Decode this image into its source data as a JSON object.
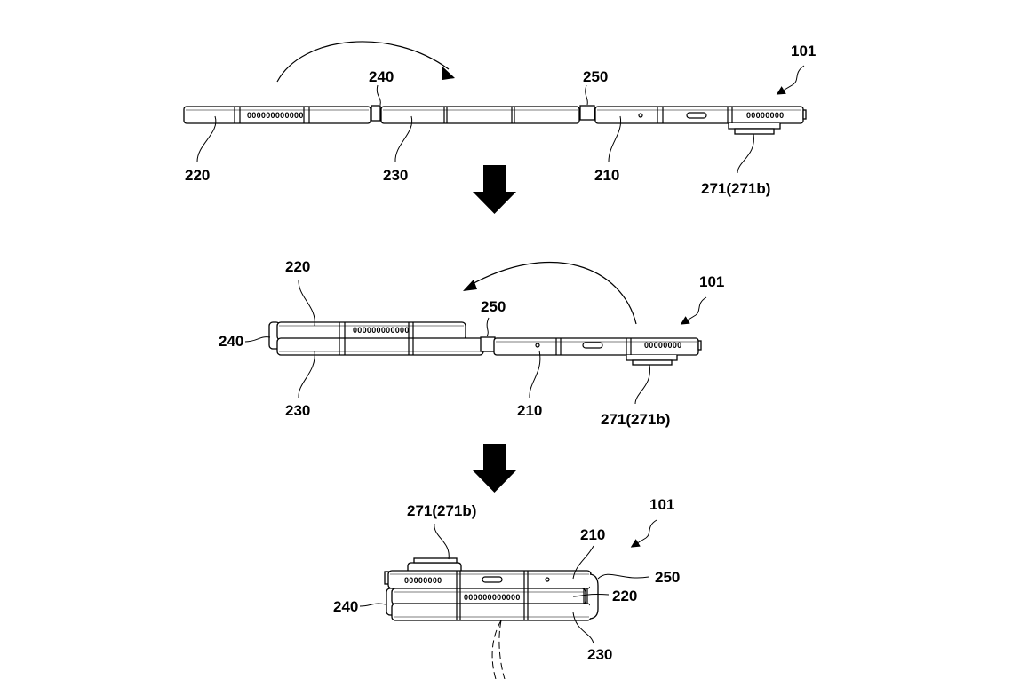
{
  "figure": {
    "description": "Patent drawing of a tri-fold electronic device (101) shown in three folding stages: unfolded, half-folded, fully folded",
    "stages": [
      {
        "name": "unfolded",
        "labels": {
          "device": "101",
          "hinge_a": "240",
          "hinge_b": "250",
          "housing_first": "210",
          "housing_second": "220",
          "housing_third": "230",
          "camera": "271(271b)"
        },
        "speaker_grill_left": "000000000000",
        "speaker_grill_right": "00000000"
      },
      {
        "name": "half-folded",
        "labels": {
          "device": "101",
          "hinge_a": "240",
          "hinge_b": "250",
          "housing_first": "210",
          "housing_second": "220",
          "housing_third": "230",
          "camera": "271(271b)"
        },
        "speaker_grill_left": "000000000000",
        "speaker_grill_right": "00000000"
      },
      {
        "name": "folded",
        "labels": {
          "device": "101",
          "hinge_a": "240",
          "hinge_b": "250",
          "housing_first": "210",
          "housing_second": "220",
          "housing_third": "230",
          "camera": "271(271b)"
        },
        "speaker_grill_left": "00000000",
        "speaker_grill_right": "000000000000"
      }
    ],
    "transition_arrows": [
      "down-arrow",
      "down-arrow"
    ]
  }
}
